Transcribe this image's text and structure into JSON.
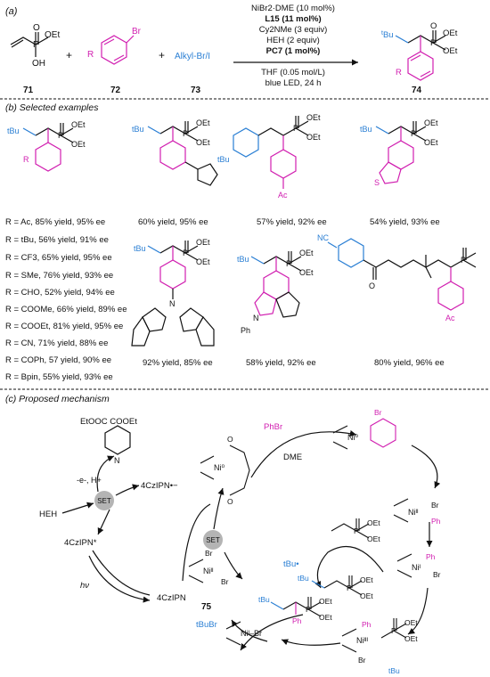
{
  "section_a": {
    "label": "(a)",
    "conditions": [
      "NiBr2·DME (10 mol%)",
      "L15 (11 mol%)",
      "Cy2NMe (3 equiv)",
      "HEH (2 equiv)",
      "PC7 (1 mol%)"
    ],
    "solvent": "THF (0.05 mol/L)",
    "light": "blue LED, 24 h",
    "compound_71": "71",
    "compound_72": "72",
    "compound_73": "73",
    "compound_74": "74",
    "alkyl_reagent": "Alkyl-Br/I",
    "plus": "+"
  },
  "section_b": {
    "label": "(b) Selected examples",
    "r_list": [
      "R = Ac, 85% yield, 95% ee",
      "R = tBu, 56% yield, 91% ee",
      "R = CF3, 65% yield, 95% ee",
      "R = SMe, 76% yield, 93% ee",
      "R = CHO, 52% yield, 94% ee",
      "R = COOMe, 66% yield, 89% ee",
      "R = COOEt, 81% yield, 95% ee",
      "R = CN, 71% yield, 88% ee",
      "R = COPh, 57 yield, 90% ee",
      "R = Bpin, 55% yield, 93% ee"
    ],
    "yields": [
      "60% yield, 95% ee",
      "57% yield, 92% ee",
      "54% yield, 93% ee",
      "92% yield, 85% ee",
      "58% yield, 92% ee",
      "80% yield, 96% ee"
    ]
  },
  "section_c": {
    "label": "(c) Proposed mechanism",
    "compound_75": "75",
    "species": {
      "hantzsch_pyridine": "EtOOC COOEt",
      "hantzsch_N": "N",
      "eh": "-e-, H+",
      "heh": "HEH",
      "set1": "SET",
      "set2": "SET",
      "pc_star": "4CzIPN*",
      "pc_radical_anion": "4CzIPN•−",
      "pc_ground": "4CzIPN",
      "hv": "hν",
      "phbr": "PhBr",
      "dme": "DME",
      "tbubr": "tBuBr",
      "tbu_radical": "tBu•"
    }
  },
  "colors": {
    "magenta": "#d11fb0",
    "blue": "#2a7fd4",
    "grey_set": "#b4b4b4",
    "black": "#111111"
  }
}
